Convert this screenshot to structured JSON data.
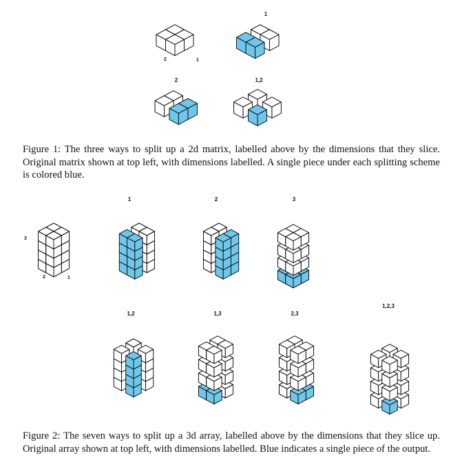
{
  "figure1": {
    "caption": "Figure 1: The three ways to split up a 2d matrix, labelled above by the dimensions that they slice. Original matrix shown at top left, with dimensions labelled. A single piece under each splitting scheme is colored blue.",
    "panels": [
      {
        "id": "original",
        "label": "",
        "dim_labels": [
          "2",
          "1"
        ],
        "blocks": "original-2x2"
      },
      {
        "id": "split-1",
        "label": "1",
        "blocks": "rows"
      },
      {
        "id": "split-2",
        "label": "2",
        "blocks": "cols"
      },
      {
        "id": "split-1-2",
        "label": "1,2",
        "blocks": "cells"
      }
    ]
  },
  "figure2": {
    "caption": "Figure 2: The seven ways to split up a 3d array, labelled above by the dimensions that they slice up. Original array shown at top left, with dimensions labelled. Blue indicates a single piece of the output.",
    "panels": [
      {
        "id": "original",
        "label": "",
        "dim_labels": [
          "3",
          "2",
          "1"
        ]
      },
      {
        "id": "split-1",
        "label": "1"
      },
      {
        "id": "split-2",
        "label": "2"
      },
      {
        "id": "split-3",
        "label": "3"
      },
      {
        "id": "split-1-2",
        "label": "1,2"
      },
      {
        "id": "split-1-3",
        "label": "1,3"
      },
      {
        "id": "split-2-3",
        "label": "2,3"
      },
      {
        "id": "split-1-2-3",
        "label": "1,2,3"
      }
    ]
  },
  "colors": {
    "highlight": "#6ec8ec",
    "face": "#ffffff",
    "stroke": "#111111"
  }
}
